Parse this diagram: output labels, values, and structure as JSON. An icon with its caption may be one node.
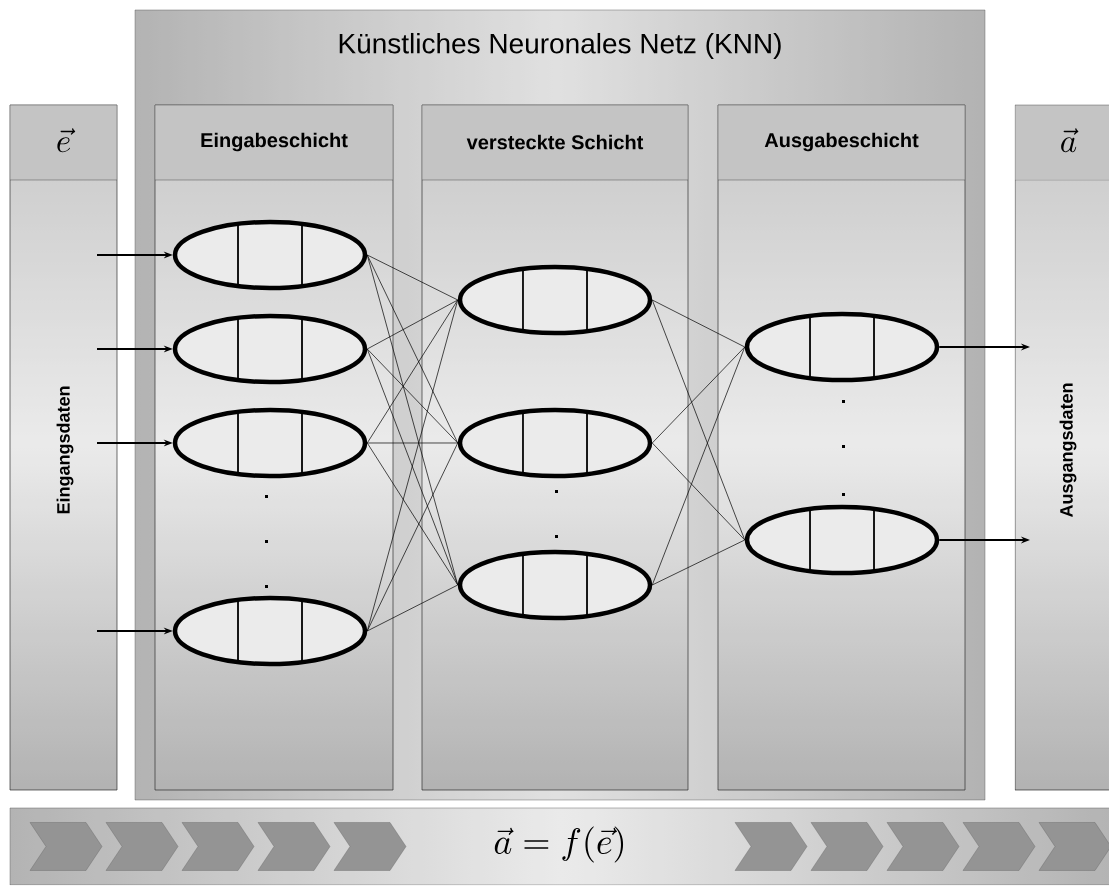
{
  "diagram": {
    "nodes": [
      {
        "text": [
          "Künstliches Neuronales Netz (KNN)"
        ]
      },
      {
        "text": [
          "\\vec{e}",
          "Eingangsdaten"
        ]
      },
      {
        "text": [
          "Eingabeschicht"
        ],
        "in": 0
      },
      {
        "text": [
          "versteckte Schicht"
        ],
        "in": 0
      },
      {
        "text": [
          "Ausgabeschicht"
        ],
        "in": 0
      },
      {
        "text": [
          "\\vec{a}",
          "Ausgangsdaten"
        ]
      },
      {
        "text": [],
        "shape": "ellipse",
        "in": 2
      },
      {
        "text": [],
        "shape": "ellipse",
        "in": 2
      },
      {
        "text": [],
        "shape": "ellipse",
        "in": 2
      },
      {
        "text": [],
        "shape": "ellipse",
        "in": 2
      },
      {
        "text": [],
        "shape": "ellipse",
        "in": 3
      },
      {
        "text": [],
        "shape": "ellipse",
        "in": 3
      },
      {
        "text": [],
        "shape": "ellipse",
        "in": 3
      },
      {
        "text": [],
        "shape": "ellipse",
        "in": 4
      },
      {
        "text": [],
        "shape": "ellipse",
        "in": 4
      },
      {
        "text": [
          "\\vec{a} = f(\\vec{e})"
        ]
      }
    ],
    "edges": [
      {
        "from": 1,
        "to": 6,
        "arrow": "to"
      },
      {
        "from": 1,
        "to": 7,
        "arrow": "to"
      },
      {
        "from": 1,
        "to": 8,
        "arrow": "to"
      },
      {
        "from": 1,
        "to": 9,
        "arrow": "to"
      },
      {
        "from": 6,
        "to": 10,
        "arrow": "none"
      },
      {
        "from": 6,
        "to": 11,
        "arrow": "none"
      },
      {
        "from": 6,
        "to": 12,
        "arrow": "none"
      },
      {
        "from": 7,
        "to": 10,
        "arrow": "none"
      },
      {
        "from": 7,
        "to": 11,
        "arrow": "none"
      },
      {
        "from": 7,
        "to": 12,
        "arrow": "none"
      },
      {
        "from": 8,
        "to": 10,
        "arrow": "none"
      },
      {
        "from": 8,
        "to": 11,
        "arrow": "none"
      },
      {
        "from": 8,
        "to": 12,
        "arrow": "none"
      },
      {
        "from": 9,
        "to": 10,
        "arrow": "none"
      },
      {
        "from": 9,
        "to": 11,
        "arrow": "none"
      },
      {
        "from": 9,
        "to": 12,
        "arrow": "none"
      },
      {
        "from": 10,
        "to": 13,
        "arrow": "none"
      },
      {
        "from": 10,
        "to": 14,
        "arrow": "none"
      },
      {
        "from": 11,
        "to": 13,
        "arrow": "none"
      },
      {
        "from": 11,
        "to": 14,
        "arrow": "none"
      },
      {
        "from": 12,
        "to": 13,
        "arrow": "none"
      },
      {
        "from": 12,
        "to": 14,
        "arrow": "none"
      },
      {
        "from": 13,
        "to": 5,
        "arrow": "to"
      },
      {
        "from": 14,
        "to": 5,
        "arrow": "to"
      }
    ]
  }
}
